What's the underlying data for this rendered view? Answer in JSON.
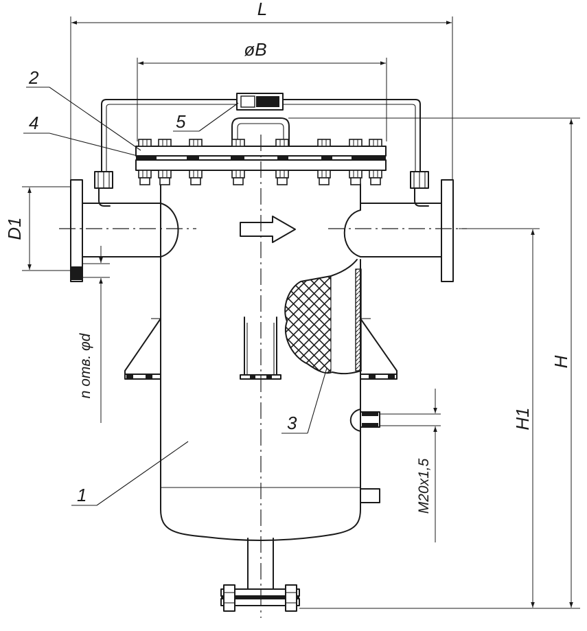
{
  "dimensions": {
    "overall_length": "L",
    "cover_diameter": "øB",
    "nozzle_diameter": "D1",
    "total_height": "H",
    "outlet_height": "H1",
    "holes": "n отв. φd",
    "thread": "M20x1,5"
  },
  "callouts": {
    "body": "1",
    "cover": "2",
    "screen": "3",
    "gasket": "4",
    "gauge": "5"
  }
}
